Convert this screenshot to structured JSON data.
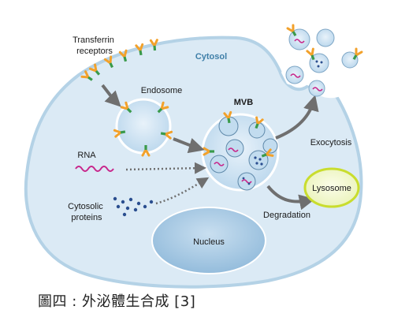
{
  "labels": {
    "transferrin_line1": "Transferrin",
    "transferrin_line2": "receptors",
    "cytosol": "Cytosol",
    "endosome": "Endosome",
    "mvb": "MVB",
    "rna": "RNA",
    "cytosolic_line1": "Cytosolic",
    "cytosolic_line2": "proteins",
    "exocytosis": "Exocytosis",
    "lysosome": "Lysosome",
    "degradation": "Degradation",
    "nucleus": "Nucleus"
  },
  "caption": "圖四 : 外泌體生合成 [3]",
  "colors": {
    "cell_fill": "#dbeaf5",
    "cell_stroke": "#9ec3dc",
    "vesicle_fill": "#c9e0f0",
    "vesicle_stroke": "#ffffff",
    "receptor_orange": "#f2a12b",
    "receptor_green": "#3a9a4a",
    "rna_magenta": "#c8268b",
    "protein_blue": "#2a4e8f",
    "lysosome_fill": "#f4f8d8",
    "lysosome_stroke": "#c9dd2e",
    "arrow_gray": "#6f6f6f",
    "label_blue": "#3f7fa8"
  }
}
